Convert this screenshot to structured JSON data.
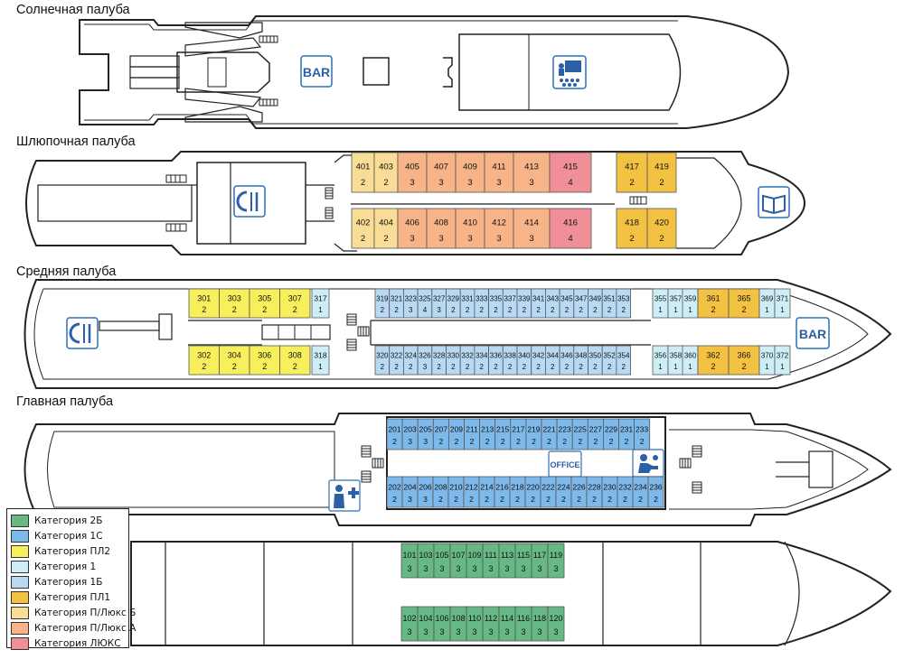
{
  "deck_titles": {
    "sun": "Солнечная палуба",
    "boat": "Шлюпочная палуба",
    "middle": "Средняя палуба",
    "main": "Главная палуба"
  },
  "facility_labels": {
    "bar_sun": "BAR",
    "bar_middle": "BAR",
    "office": "OFFICE"
  },
  "legend": [
    {
      "label": "Категория 2Б",
      "color": "#66b884"
    },
    {
      "label": "Категория 1С",
      "color": "#7db9ea"
    },
    {
      "label": "Категория ПЛ2",
      "color": "#f7ef5b"
    },
    {
      "label": "Категория 1",
      "color": "#cdeef7"
    },
    {
      "label": "Категория 1Б",
      "color": "#b7d9f3"
    },
    {
      "label": "Категория ПЛ1",
      "color": "#f4c243"
    },
    {
      "label": "Категория П/Люкс Б",
      "color": "#f9dc96"
    },
    {
      "label": "Категория П/Люкс А",
      "color": "#f7b488"
    },
    {
      "label": "Категория ЛЮКС",
      "color": "#f08f97"
    }
  ],
  "cabins": {
    "boat": [
      {
        "n": "401",
        "p": "2",
        "cat": "П/Люкс Б"
      },
      {
        "n": "403",
        "p": "2",
        "cat": "П/Люкс Б"
      },
      {
        "n": "405",
        "p": "3",
        "cat": "П/Люкс А"
      },
      {
        "n": "407",
        "p": "3",
        "cat": "П/Люкс А"
      },
      {
        "n": "409",
        "p": "3",
        "cat": "П/Люкс А"
      },
      {
        "n": "411",
        "p": "3",
        "cat": "П/Люкс А"
      },
      {
        "n": "413",
        "p": "3",
        "cat": "П/Люкс А"
      },
      {
        "n": "415",
        "p": "4",
        "cat": "ЛЮКС"
      },
      {
        "n": "417",
        "p": "2",
        "cat": "ПЛ1"
      },
      {
        "n": "419",
        "p": "2",
        "cat": "ПЛ1"
      },
      {
        "n": "402",
        "p": "2",
        "cat": "П/Люкс Б"
      },
      {
        "n": "404",
        "p": "2",
        "cat": "П/Люкс Б"
      },
      {
        "n": "406",
        "p": "3",
        "cat": "П/Люкс А"
      },
      {
        "n": "408",
        "p": "3",
        "cat": "П/Люкс А"
      },
      {
        "n": "410",
        "p": "3",
        "cat": "П/Люкс А"
      },
      {
        "n": "412",
        "p": "3",
        "cat": "П/Люкс А"
      },
      {
        "n": "414",
        "p": "3",
        "cat": "П/Люкс А"
      },
      {
        "n": "416",
        "p": "4",
        "cat": "ЛЮКС"
      },
      {
        "n": "418",
        "p": "2",
        "cat": "ПЛ1"
      },
      {
        "n": "420",
        "p": "2",
        "cat": "ПЛ1"
      }
    ],
    "middle_top": [
      {
        "n": "301",
        "p": "2",
        "cat": "ПЛ2"
      },
      {
        "n": "303",
        "p": "2",
        "cat": "ПЛ2"
      },
      {
        "n": "305",
        "p": "2",
        "cat": "ПЛ2"
      },
      {
        "n": "307",
        "p": "2",
        "cat": "ПЛ2"
      },
      {
        "n": "317",
        "p": "1",
        "cat": "1"
      },
      {
        "n": "319",
        "p": "2",
        "cat": "1Б"
      },
      {
        "n": "321",
        "p": "2",
        "cat": "1Б"
      },
      {
        "n": "323",
        "p": "3",
        "cat": "1Б"
      },
      {
        "n": "325",
        "p": "4",
        "cat": "1Б"
      },
      {
        "n": "327",
        "p": "3",
        "cat": "1Б"
      },
      {
        "n": "329",
        "p": "2",
        "cat": "1Б"
      },
      {
        "n": "331",
        "p": "2",
        "cat": "1Б"
      },
      {
        "n": "333",
        "p": "2",
        "cat": "1Б"
      },
      {
        "n": "335",
        "p": "2",
        "cat": "1Б"
      },
      {
        "n": "337",
        "p": "2",
        "cat": "1Б"
      },
      {
        "n": "339",
        "p": "2",
        "cat": "1Б"
      },
      {
        "n": "341",
        "p": "2",
        "cat": "1Б"
      },
      {
        "n": "343",
        "p": "2",
        "cat": "1Б"
      },
      {
        "n": "345",
        "p": "2",
        "cat": "1Б"
      },
      {
        "n": "347",
        "p": "2",
        "cat": "1Б"
      },
      {
        "n": "349",
        "p": "2",
        "cat": "1Б"
      },
      {
        "n": "351",
        "p": "2",
        "cat": "1Б"
      },
      {
        "n": "353",
        "p": "2",
        "cat": "1Б"
      },
      {
        "n": "355",
        "p": "1",
        "cat": "1"
      },
      {
        "n": "357",
        "p": "1",
        "cat": "1"
      },
      {
        "n": "359",
        "p": "1",
        "cat": "1"
      },
      {
        "n": "361",
        "p": "2",
        "cat": "ПЛ1"
      },
      {
        "n": "365",
        "p": "2",
        "cat": "ПЛ1"
      },
      {
        "n": "369",
        "p": "1",
        "cat": "1"
      },
      {
        "n": "371",
        "p": "1",
        "cat": "1"
      }
    ],
    "middle_bottom": [
      {
        "n": "302",
        "p": "2",
        "cat": "ПЛ2"
      },
      {
        "n": "304",
        "p": "2",
        "cat": "ПЛ2"
      },
      {
        "n": "306",
        "p": "2",
        "cat": "ПЛ2"
      },
      {
        "n": "308",
        "p": "2",
        "cat": "ПЛ2"
      },
      {
        "n": "318",
        "p": "1",
        "cat": "1"
      },
      {
        "n": "320",
        "p": "2",
        "cat": "1Б"
      },
      {
        "n": "322",
        "p": "2",
        "cat": "1Б"
      },
      {
        "n": "324",
        "p": "2",
        "cat": "1Б"
      },
      {
        "n": "326",
        "p": "3",
        "cat": "1Б"
      },
      {
        "n": "328",
        "p": "2",
        "cat": "1Б"
      },
      {
        "n": "330",
        "p": "2",
        "cat": "1Б"
      },
      {
        "n": "332",
        "p": "2",
        "cat": "1Б"
      },
      {
        "n": "334",
        "p": "2",
        "cat": "1Б"
      },
      {
        "n": "336",
        "p": "2",
        "cat": "1Б"
      },
      {
        "n": "338",
        "p": "2",
        "cat": "1Б"
      },
      {
        "n": "340",
        "p": "2",
        "cat": "1Б"
      },
      {
        "n": "342",
        "p": "2",
        "cat": "1Б"
      },
      {
        "n": "344",
        "p": "2",
        "cat": "1Б"
      },
      {
        "n": "346",
        "p": "2",
        "cat": "1Б"
      },
      {
        "n": "348",
        "p": "2",
        "cat": "1Б"
      },
      {
        "n": "350",
        "p": "2",
        "cat": "1Б"
      },
      {
        "n": "352",
        "p": "2",
        "cat": "1Б"
      },
      {
        "n": "354",
        "p": "2",
        "cat": "1Б"
      },
      {
        "n": "356",
        "p": "1",
        "cat": "1"
      },
      {
        "n": "358",
        "p": "1",
        "cat": "1"
      },
      {
        "n": "360",
        "p": "1",
        "cat": "1"
      },
      {
        "n": "362",
        "p": "2",
        "cat": "ПЛ1"
      },
      {
        "n": "366",
        "p": "2",
        "cat": "ПЛ1"
      },
      {
        "n": "370",
        "p": "1",
        "cat": "1"
      },
      {
        "n": "372",
        "p": "1",
        "cat": "1"
      }
    ],
    "main_top": [
      {
        "n": "201",
        "p": "2"
      },
      {
        "n": "203",
        "p": "3"
      },
      {
        "n": "205",
        "p": "3"
      },
      {
        "n": "207",
        "p": "2"
      },
      {
        "n": "209",
        "p": "2"
      },
      {
        "n": "211",
        "p": "2"
      },
      {
        "n": "213",
        "p": "2"
      },
      {
        "n": "215",
        "p": "2"
      },
      {
        "n": "217",
        "p": "2"
      },
      {
        "n": "219",
        "p": "2"
      },
      {
        "n": "221",
        "p": "2"
      },
      {
        "n": "223",
        "p": "2"
      },
      {
        "n": "225",
        "p": "2"
      },
      {
        "n": "227",
        "p": "2"
      },
      {
        "n": "229",
        "p": "2"
      },
      {
        "n": "231",
        "p": "2"
      },
      {
        "n": "233",
        "p": "2"
      }
    ],
    "main_bottom": [
      {
        "n": "202",
        "p": "2"
      },
      {
        "n": "204",
        "p": "3"
      },
      {
        "n": "206",
        "p": "3"
      },
      {
        "n": "208",
        "p": "2"
      },
      {
        "n": "210",
        "p": "2"
      },
      {
        "n": "212",
        "p": "2"
      },
      {
        "n": "214",
        "p": "2"
      },
      {
        "n": "216",
        "p": "2"
      },
      {
        "n": "218",
        "p": "2"
      },
      {
        "n": "220",
        "p": "2"
      },
      {
        "n": "222",
        "p": "2"
      },
      {
        "n": "224",
        "p": "2"
      },
      {
        "n": "226",
        "p": "2"
      },
      {
        "n": "228",
        "p": "2"
      },
      {
        "n": "230",
        "p": "2"
      },
      {
        "n": "232",
        "p": "2"
      },
      {
        "n": "234",
        "p": "2"
      },
      {
        "n": "236",
        "p": "2"
      }
    ],
    "lower_top": [
      {
        "n": "101",
        "p": "3"
      },
      {
        "n": "103",
        "p": "3"
      },
      {
        "n": "105",
        "p": "3"
      },
      {
        "n": "107",
        "p": "3"
      },
      {
        "n": "109",
        "p": "3"
      },
      {
        "n": "111",
        "p": "3"
      },
      {
        "n": "113",
        "p": "3"
      },
      {
        "n": "115",
        "p": "3"
      },
      {
        "n": "117",
        "p": "3"
      },
      {
        "n": "119",
        "p": "3"
      }
    ],
    "lower_bottom": [
      {
        "n": "102",
        "p": "3"
      },
      {
        "n": "104",
        "p": "3"
      },
      {
        "n": "106",
        "p": "3"
      },
      {
        "n": "108",
        "p": "3"
      },
      {
        "n": "110",
        "p": "3"
      },
      {
        "n": "112",
        "p": "3"
      },
      {
        "n": "114",
        "p": "3"
      },
      {
        "n": "116",
        "p": "3"
      },
      {
        "n": "118",
        "p": "3"
      },
      {
        "n": "120",
        "p": "3"
      }
    ]
  }
}
